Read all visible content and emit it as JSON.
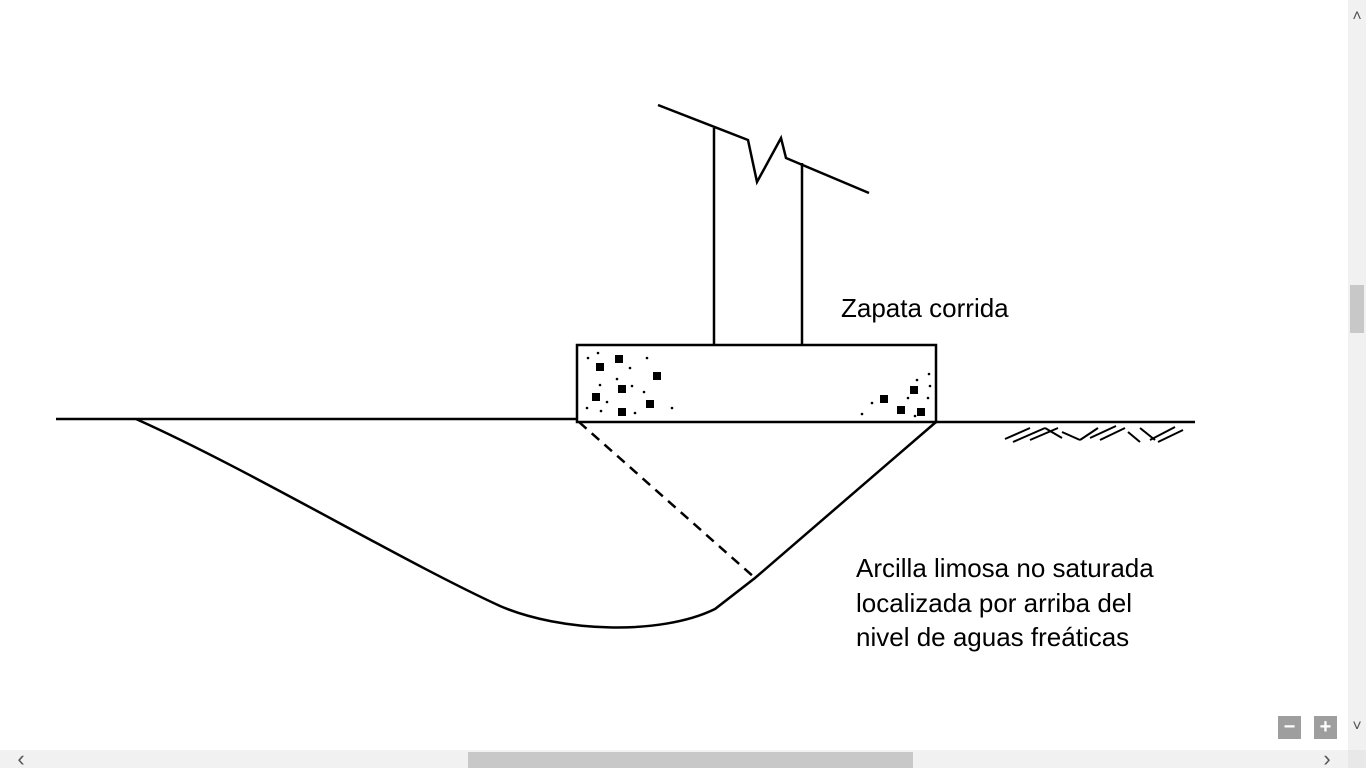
{
  "diagram": {
    "label_footing": "Zapata corrida",
    "label_soil": [
      "Arcilla limosa no saturada",
      "localizada por arriba del",
      "nivel de aguas freáticas"
    ]
  },
  "controls": {
    "zoom_out": "−",
    "zoom_in": "+",
    "scroll_up": "˄",
    "scroll_down": "˅",
    "scroll_left": "‹",
    "scroll_right": "›"
  }
}
